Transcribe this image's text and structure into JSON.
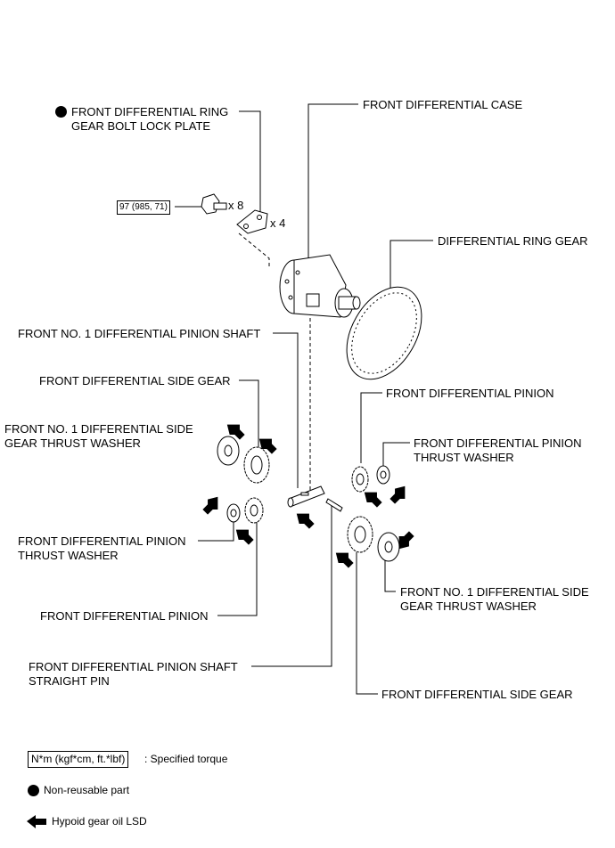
{
  "labels": {
    "lock_plate": "FRONT DIFFERENTIAL RING\nGEAR BOLT LOCK PLATE",
    "case": "FRONT DIFFERENTIAL CASE",
    "ring_gear": "DIFFERENTIAL RING GEAR",
    "pinion_shaft": "FRONT NO. 1 DIFFERENTIAL PINION SHAFT",
    "side_gear_left": "FRONT DIFFERENTIAL SIDE GEAR",
    "side_washer_left": "FRONT NO. 1 DIFFERENTIAL SIDE\nGEAR THRUST WASHER",
    "pinion_right": "FRONT DIFFERENTIAL PINION",
    "pinion_washer_right": "FRONT DIFFERENTIAL PINION\nTHRUST WASHER",
    "pinion_washer_left": "FRONT DIFFERENTIAL PINION\nTHRUST WASHER",
    "side_washer_right": "FRONT NO. 1 DIFFERENTIAL SIDE\nGEAR THRUST WASHER",
    "pinion_left": "FRONT DIFFERENTIAL PINION",
    "straight_pin": "FRONT DIFFERENTIAL PINION SHAFT\nSTRAIGHT PIN",
    "side_gear_right": "FRONT DIFFERENTIAL SIDE GEAR"
  },
  "torque_value": "97 (985, 71)",
  "bolt_qty": "x 8",
  "lock_plate_qty": "x 4",
  "legend": {
    "torque_unit": "N*m (kgf*cm, ft.*lbf)",
    "torque_desc": ": Specified torque",
    "non_reusable": "Non-reusable part",
    "lubricant": "Hypoid gear oil LSD"
  }
}
